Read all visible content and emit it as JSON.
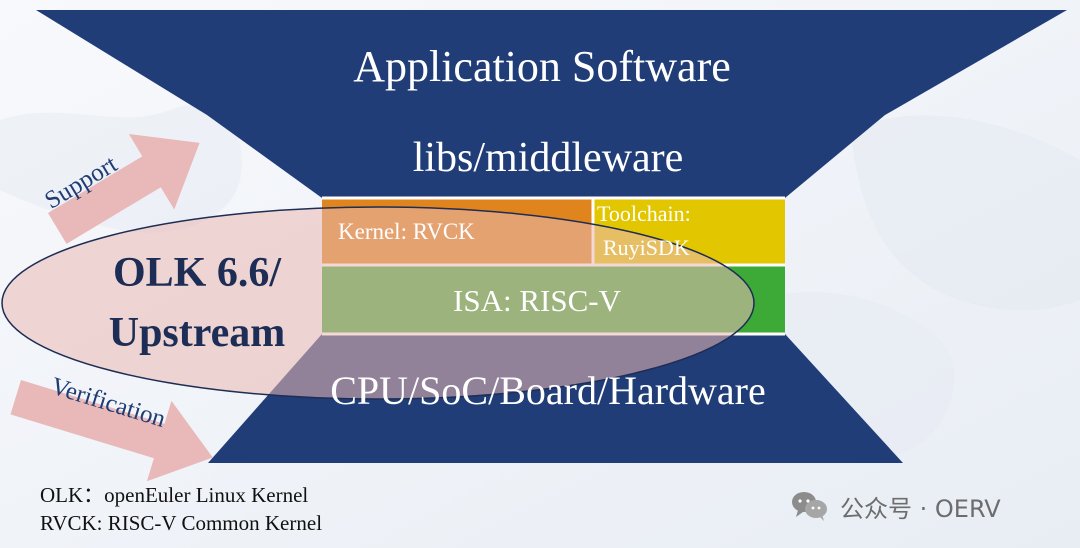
{
  "colors": {
    "navy": "#203d78",
    "kernel": "#e0841d",
    "toolchain": "#e2c600",
    "isa": "#3daa38",
    "ellipse_fill": "#e9b9b4",
    "arrow_fill": "#e7b6b5",
    "text_white": "#ffffff",
    "text_navy": "#1d2d55"
  },
  "stack": {
    "application_software": "Application Software",
    "middleware": "libs/middleware",
    "kernel": "Kernel: RVCK",
    "toolchain_line1": "Toolchain:",
    "toolchain_line2": "RuyiSDK",
    "isa": "ISA: RISC-V",
    "hardware": "CPU/SoC/Board/Hardware"
  },
  "callout": {
    "line1": "OLK 6.6/",
    "line2": "Upstream"
  },
  "arrows": {
    "support": "Support",
    "verification": "Verification"
  },
  "legend": {
    "olk": "OLK：openEuler Linux Kernel",
    "rvck": "RVCK: RISC-V Common Kernel"
  },
  "watermark": {
    "icon": "wechat-icon",
    "text": "公众号 · OERV"
  }
}
